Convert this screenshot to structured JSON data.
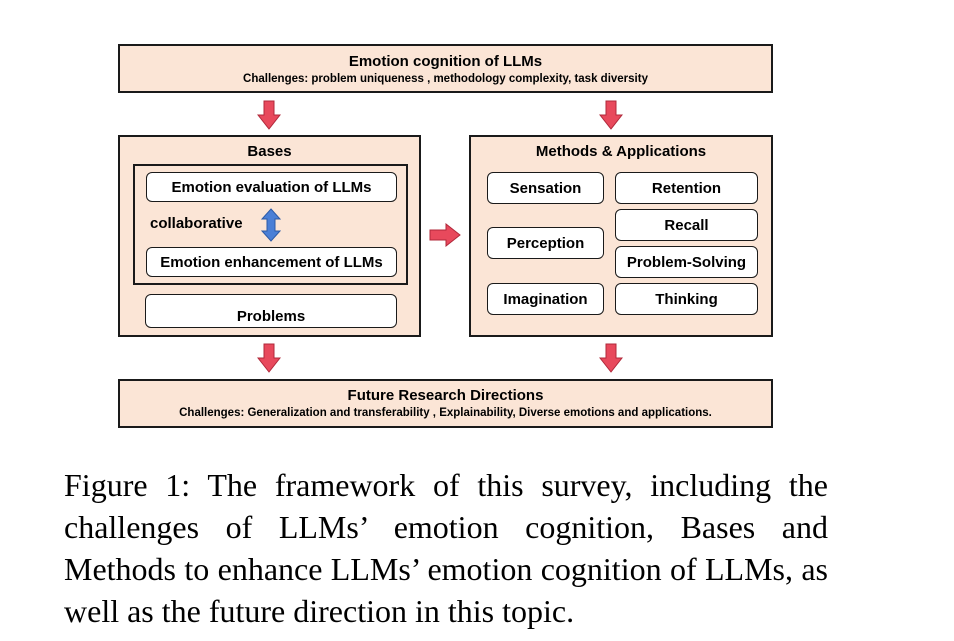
{
  "top": {
    "title": "Emotion cognition of LLMs",
    "challenges": "Challenges: problem uniqueness , methodology complexity, task diversity"
  },
  "bases": {
    "title": "Bases",
    "evaluation": "Emotion evaluation of LLMs",
    "collaborative": "collaborative",
    "enhancement": "Emotion enhancement of LLMs",
    "problems": "Problems"
  },
  "methods": {
    "title": "Methods & Applications",
    "left": [
      "Sensation",
      "Perception",
      "Imagination"
    ],
    "right": [
      "Retention",
      "Recall",
      "Problem-Solving",
      "Thinking"
    ]
  },
  "bottom": {
    "title": "Future Research Directions",
    "challenges": "Challenges: Generalization and transferability , Explainability, Diverse emotions and applications."
  },
  "caption": "Figure 1: The framework of this survey, including the challenges of LLMs’ emotion cognition, Bases and Methods to enhance LLMs’ emotion cognition of LLMs, as well as the future direction in this topic.",
  "colors": {
    "box_fill": "#fbe5d6",
    "arrow_red": "#e8495c",
    "arrow_blue": "#4a7fd6"
  },
  "icons": {
    "down_arrow": "red-down-arrow-icon",
    "right_arrow": "red-right-arrow-icon",
    "double_arrow": "blue-double-arrow-icon"
  }
}
